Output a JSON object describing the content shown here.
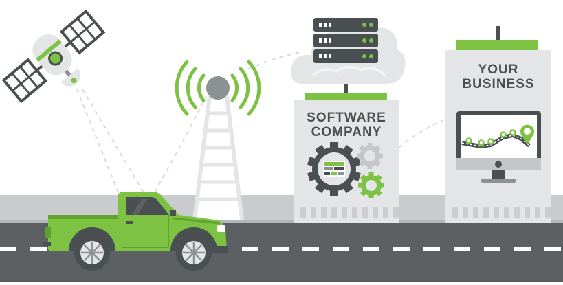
{
  "software_company": {
    "line1": "SOFTWARE",
    "line2": "COMPANY"
  },
  "your_business": {
    "line1": "YOUR",
    "line2": "BUSINESS"
  },
  "colors": {
    "green": "#7dc242",
    "dark_gray": "#4a4f52",
    "mid_gray": "#8c9194",
    "light_gray": "#e4e5e6",
    "road": "#5c6063",
    "sidewalk": "#c9cbcc",
    "truck_body": "#7dc242",
    "truck_dark": "#5fa32e"
  },
  "icons": [
    "satellite-icon",
    "cell-tower-icon",
    "cloud-server-icon",
    "gear-icon",
    "monitor-map-icon",
    "map-pin-icon",
    "pickup-truck-icon"
  ]
}
